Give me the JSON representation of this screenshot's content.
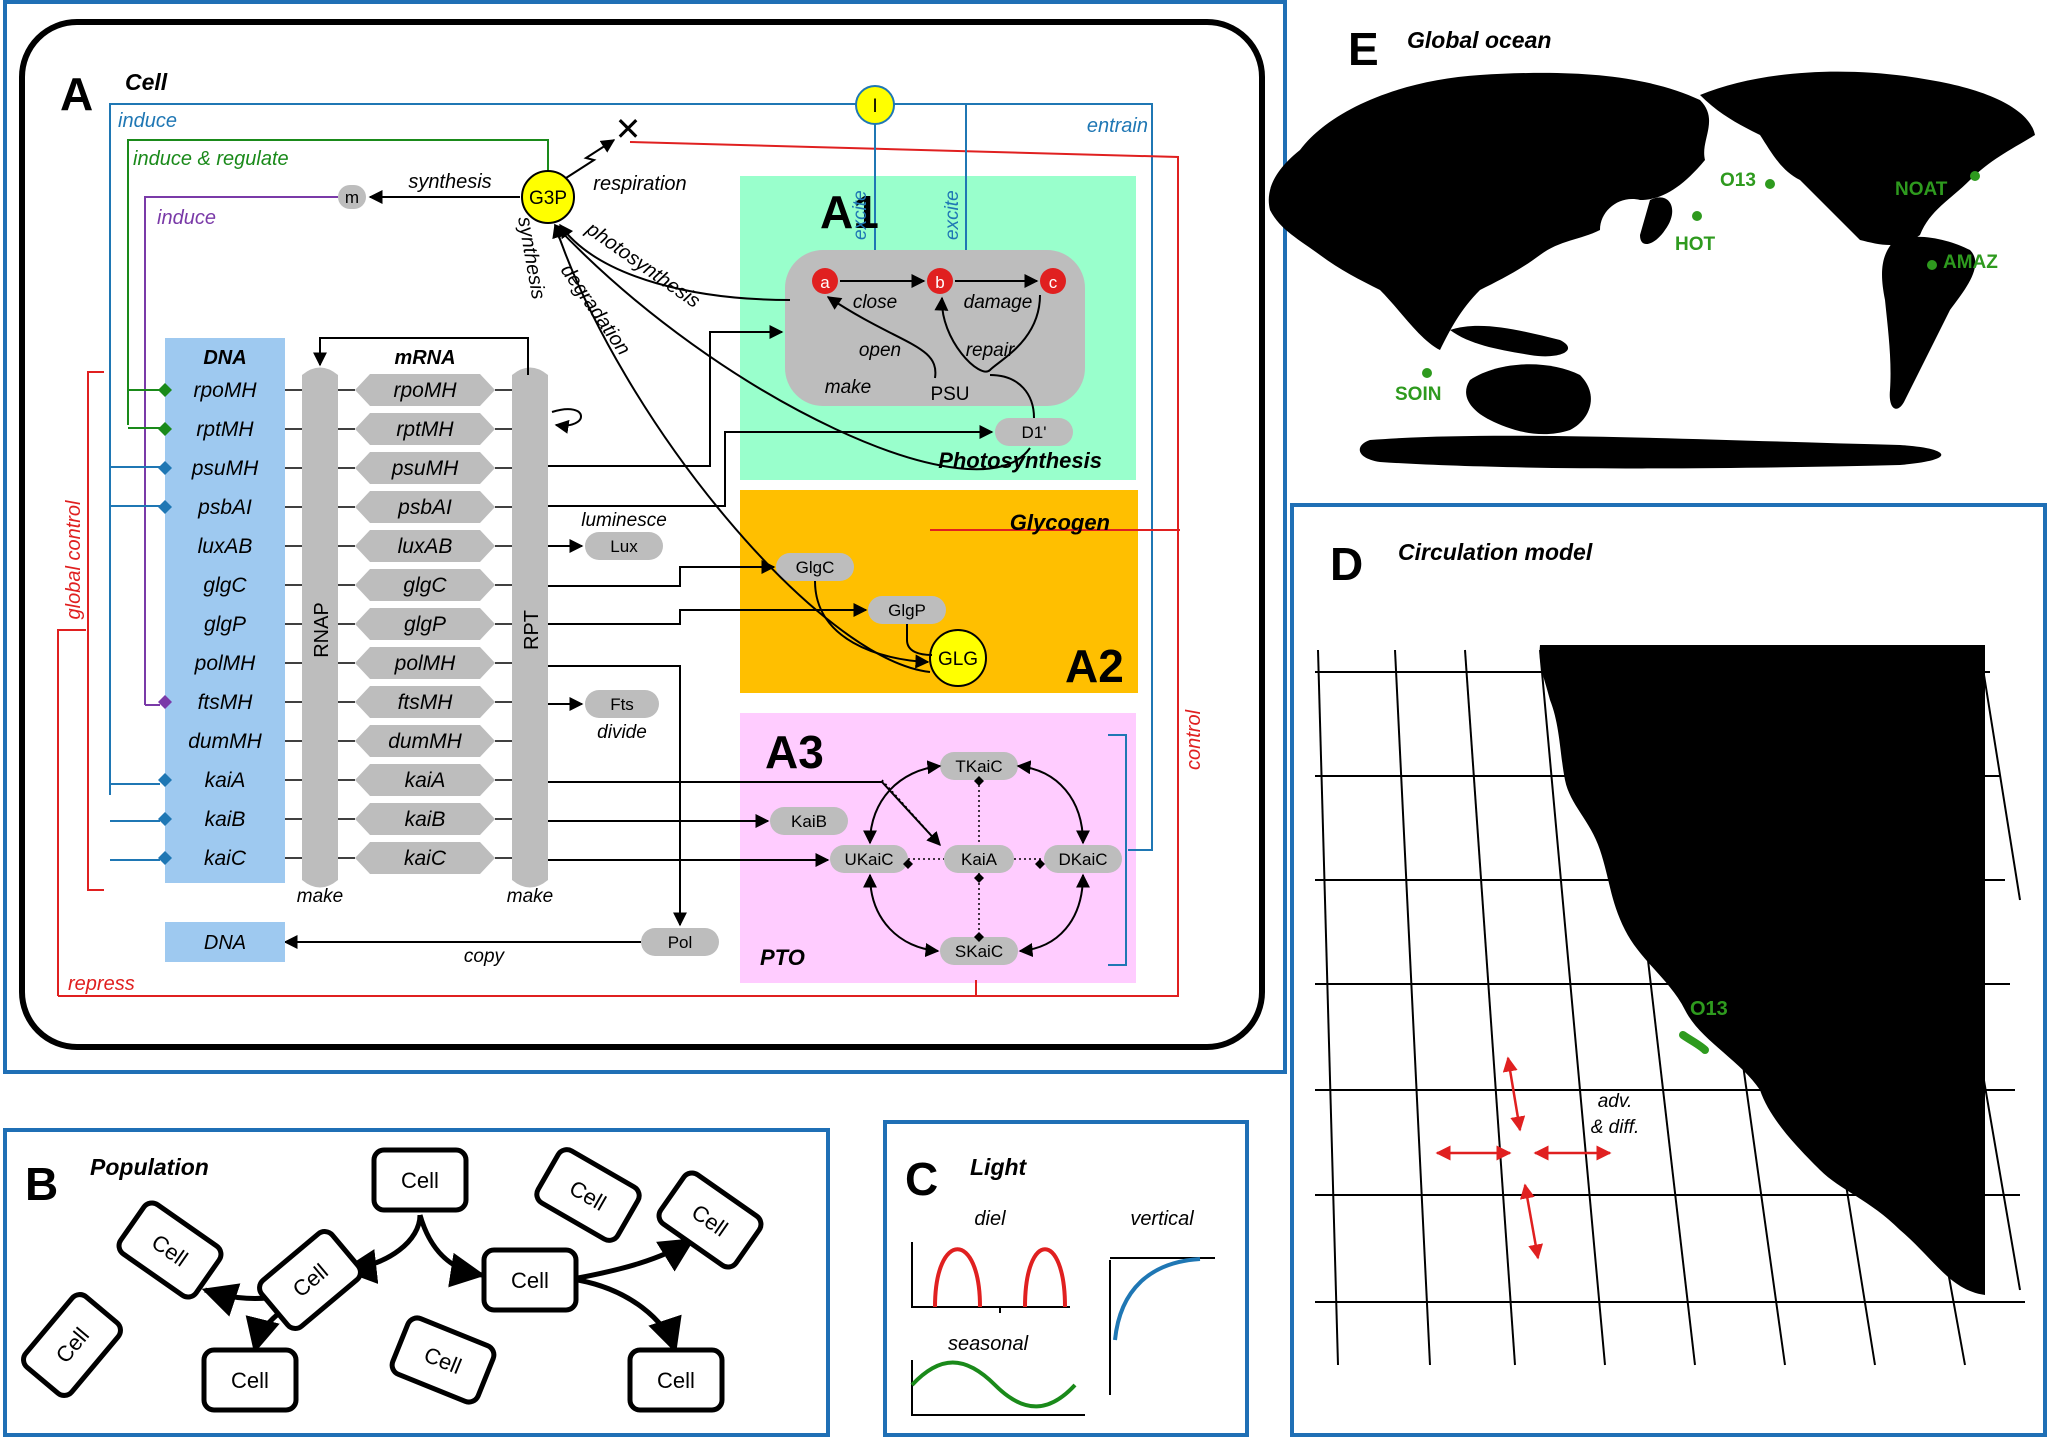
{
  "panelA": {
    "letter": "A",
    "title": "Cell",
    "induce_blue": "induce",
    "induce_regulate": "induce & regulate",
    "induce_purple": "induce",
    "entrain": "entrain",
    "global_control": "global control",
    "repress": "repress",
    "control": "control",
    "synthesis1": "synthesis",
    "respiration": "respiration",
    "synthesis2": "synthesis",
    "photosynthesis_label": "photosynthesis",
    "degradation": "degradation",
    "g3p": "G3P",
    "m": "m",
    "I": "I",
    "x_mark": "✕",
    "dna_header": "DNA",
    "mrna_header": "mRNA",
    "rnap": "RNAP",
    "rpt": "RPT",
    "make1": "make",
    "make2": "make",
    "genes_dna": [
      "rpoMH",
      "rptMH",
      "psuMH",
      "psbAI",
      "luxAB",
      "glgC",
      "glgP",
      "polMH",
      "ftsMH",
      "dumMH",
      "kaiA",
      "kaiB",
      "kaiC"
    ],
    "genes_mrna": [
      "rpoMH",
      "rptMH",
      "psuMH",
      "psbAI",
      "luxAB",
      "glgC",
      "glgP",
      "polMH",
      "ftsMH",
      "dumMH",
      "kaiA",
      "kaiB",
      "kaiC"
    ],
    "lux": "Lux",
    "luminesce": "luminesce",
    "fts": "Fts",
    "divide": "divide",
    "pol": "Pol",
    "copy": "copy",
    "dna_box": "DNA",
    "d1": "D1'"
  },
  "panelA1": {
    "label": "A1",
    "name": "Photosynthesis",
    "excite1": "excite",
    "excite2": "excite",
    "a": "a",
    "b": "b",
    "c": "c",
    "close": "close",
    "damage": "damage",
    "open": "open",
    "repair": "repair",
    "make": "make",
    "psu": "PSU"
  },
  "panelA2": {
    "label": "A2",
    "name": "Glycogen",
    "glgc": "GlgC",
    "glgp": "GlgP",
    "glg": "GLG"
  },
  "panelA3": {
    "label": "A3",
    "name": "PTO",
    "tkaic": "TKaiC",
    "ukaic": "UKaiC",
    "kaia": "KaiA",
    "dkaic": "DKaiC",
    "skaic": "SKaiC",
    "kaib": "KaiB"
  },
  "panelB": {
    "letter": "B",
    "title": "Population",
    "cell": "Cell"
  },
  "panelC": {
    "letter": "C",
    "title": "Light",
    "diel": "diel",
    "vertical": "vertical",
    "seasonal": "seasonal"
  },
  "panelD": {
    "letter": "D",
    "title": "Circulation model",
    "o13": "O13",
    "adv1": "adv.",
    "adv2": "& diff."
  },
  "panelE": {
    "letter": "E",
    "title": "Global ocean",
    "sites": [
      "O13",
      "HOT",
      "NOAT",
      "AMAZ",
      "SOIN"
    ]
  },
  "colors": {
    "frame_blue": "#1f6fb5",
    "induce_blue": "#1f77b4",
    "green": "#1a8a1a",
    "purple": "#7a3aa8",
    "red": "#e02020",
    "gene_blue": "#9ec9f0",
    "gray": "#bdbdbd",
    "a1_bg": "#99ffcc",
    "a2_bg": "#ffbf00",
    "a3_bg": "#ffccff",
    "yellow": "#ffff00",
    "site_green": "#2e9a1e"
  }
}
